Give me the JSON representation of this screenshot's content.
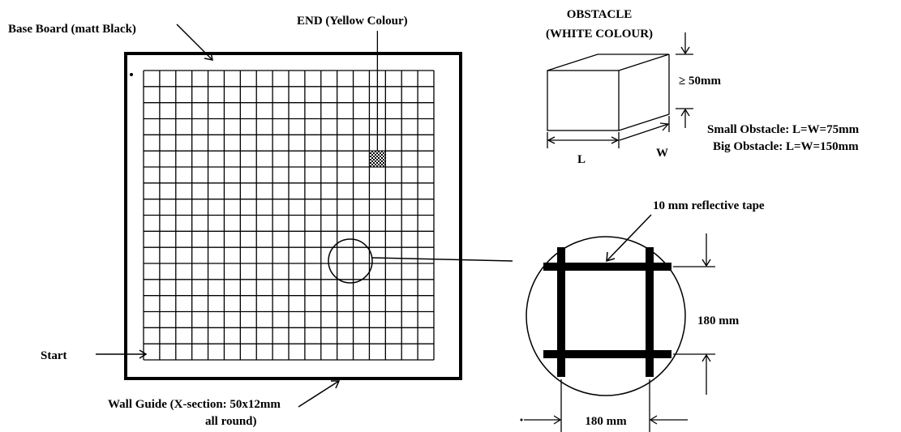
{
  "labels": {
    "base_board": "Base Board (matt Black)",
    "end": "END (Yellow Colour)",
    "start": "Start",
    "wall_guide_line1": "Wall Guide (X-section: 50x12mm",
    "wall_guide_line2": "all round)",
    "obstacle_line1": "OBSTACLE",
    "obstacle_line2": "(WHITE COLOUR)",
    "height": "≥ 50mm",
    "length": "L",
    "width": "W",
    "small_obstacle": "Small Obstacle: L=W=75mm",
    "big_obstacle": "Big Obstacle: L=W=150mm",
    "tape": "10 mm reflective tape",
    "dim_vertical": "180 mm",
    "dim_horizontal": "180 mm"
  },
  "grid": {
    "columns": 18,
    "rows": 18,
    "end_cell": {
      "column": 15,
      "row": 6
    }
  },
  "colors": {
    "line": "#000000",
    "background": "#ffffff"
  }
}
